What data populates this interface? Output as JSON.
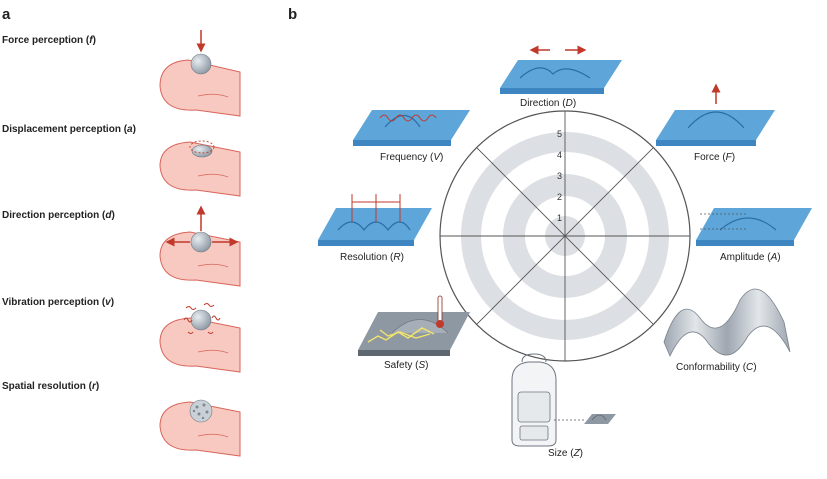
{
  "panel_a": {
    "letter": "a",
    "rows": [
      {
        "label": "Force perception",
        "symbol": "f"
      },
      {
        "label": "Displacement perception",
        "symbol": "a"
      },
      {
        "label": "Direction perception",
        "symbol": "d"
      },
      {
        "label": "Vibration perception",
        "symbol": "v"
      },
      {
        "label": "Spatial resolution",
        "symbol": "r"
      }
    ]
  },
  "panel_b": {
    "letter": "b",
    "ring_labels": [
      "1",
      "2",
      "3",
      "4",
      "5"
    ],
    "axes": {
      "direction": {
        "label": "Direction",
        "symbol": "D"
      },
      "force": {
        "label": "Force",
        "symbol": "F"
      },
      "amplitude": {
        "label": "Amplitude",
        "symbol": "A"
      },
      "conformability": {
        "label": "Conformability",
        "symbol": "C"
      },
      "size": {
        "label": "Size",
        "symbol": "Z"
      },
      "safety": {
        "label": "Safety",
        "symbol": "S"
      },
      "resolution": {
        "label": "Resolution",
        "symbol": "R"
      },
      "frequency": {
        "label": "Frequency",
        "symbol": "V"
      }
    }
  },
  "colors": {
    "skin": "#f7c9c1",
    "skin_line": "#d9655b",
    "ball": "#b5bfc8",
    "arrow": "#c0392b",
    "pad_top": "#5ea6d9",
    "pad_side": "#3d86c1",
    "ring_grey": "#dcdfe3"
  }
}
